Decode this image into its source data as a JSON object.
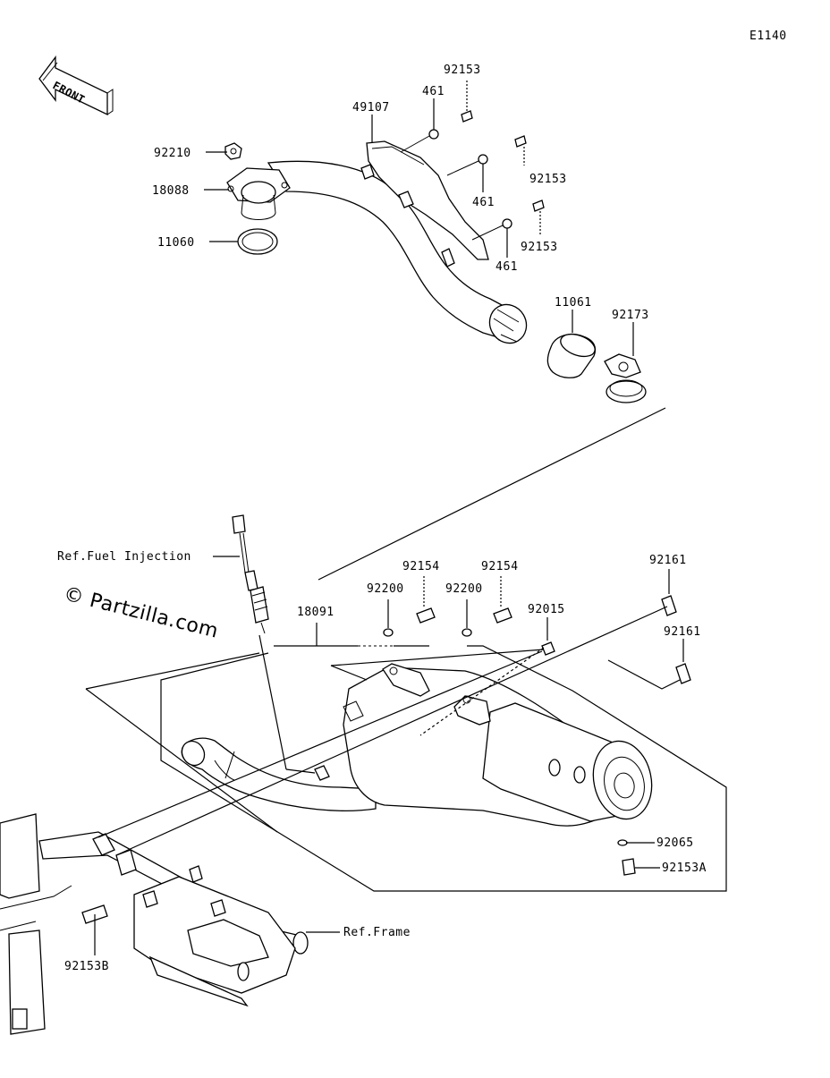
{
  "diagram_code": "E1140",
  "front_arrow_label": "FRONT",
  "watermark": "© Partzilla.com",
  "callouts": {
    "c92153_top": "92153",
    "c461_top": "461",
    "c49107": "49107",
    "c92153_mid": "92153",
    "c461_mid": "461",
    "c92153_low": "92153",
    "c461_low": "461",
    "c92210": "92210",
    "c18088": "18088",
    "c11060": "11060",
    "c11061": "11061",
    "c92173": "92173",
    "ref_fuel": "Ref.Fuel Injection",
    "c92154_a": "92154",
    "c92154_b": "92154",
    "c92200_a": "92200",
    "c92200_b": "92200",
    "c92015": "92015",
    "c92161_a": "92161",
    "c92161_b": "92161",
    "c18091": "18091",
    "c92065": "92065",
    "c92153a": "92153A",
    "c92153b": "92153B",
    "ref_frame": "Ref.Frame"
  }
}
